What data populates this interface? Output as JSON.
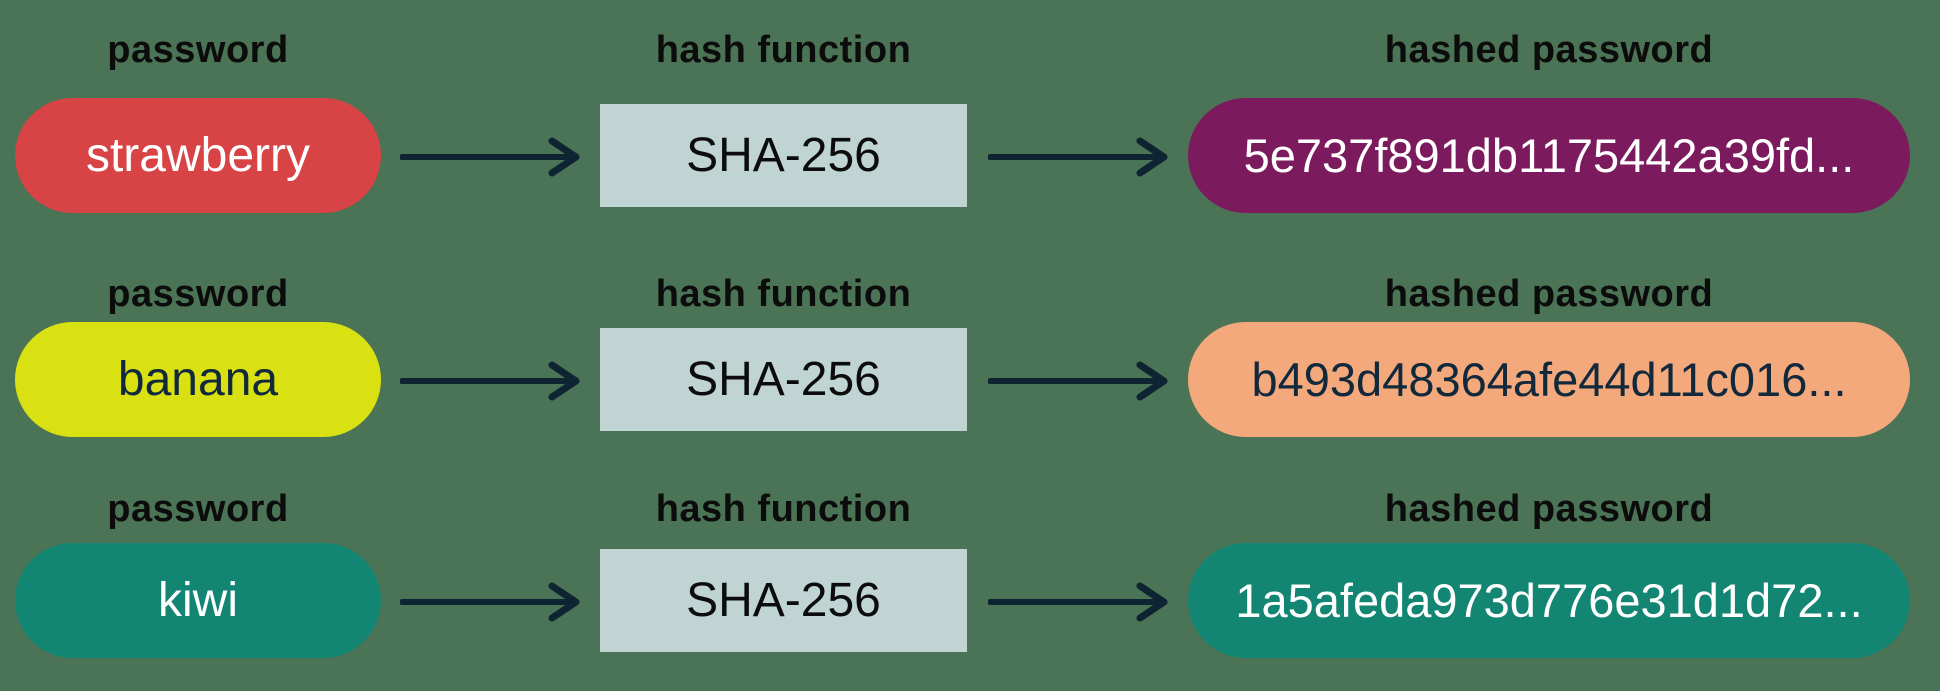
{
  "canvas": {
    "background": "#4b7355",
    "arrow_color": "#0f2433",
    "label_color": "#0c0c0c"
  },
  "columns": {
    "password_label": "password",
    "hash_function_label": "hash function",
    "hashed_password_label": "hashed password"
  },
  "rows": [
    {
      "password": "strawberry",
      "password_bg": "#d84345",
      "password_color": "#ffffff",
      "hash_function": "SHA-256",
      "hash_bg": "#bfd4d3",
      "hash_color": "#0c0c0c",
      "hashed": "5e737f891db1175442a39fd...",
      "hashed_bg": "#7c1a5e",
      "hashed_color": "#ffffff"
    },
    {
      "password": "banana",
      "password_bg": "#d9e112",
      "password_color": "#12293c",
      "hash_function": "SHA-256",
      "hash_bg": "#bfd4d3",
      "hash_color": "#0c0c0c",
      "hashed": "b493d48364afe44d11c016...",
      "hashed_bg": "#f3a97c",
      "hashed_color": "#12293c"
    },
    {
      "password": "kiwi",
      "password_bg": "#128672",
      "password_color": "#ffffff",
      "hash_function": "SHA-256",
      "hash_bg": "#bfd4d3",
      "hash_color": "#0c0c0c",
      "hashed": "1a5afeda973d776e31d1d72...",
      "hashed_bg": "#128672",
      "hashed_color": "#ffffff"
    }
  ]
}
